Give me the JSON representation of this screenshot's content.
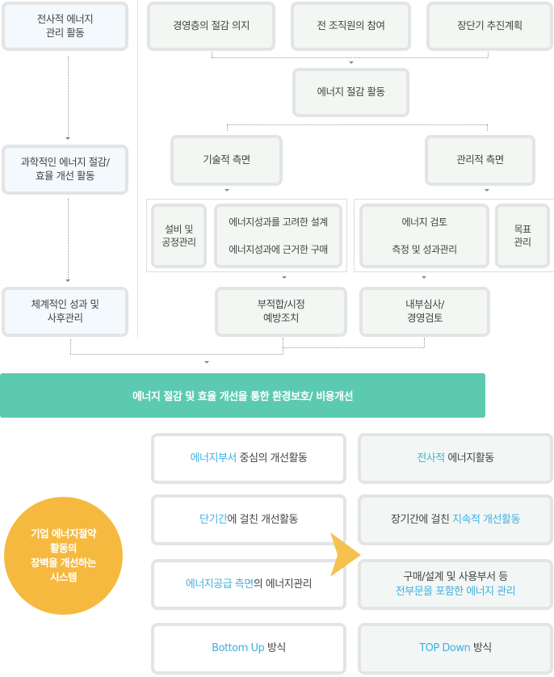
{
  "left": [
    "전사적 에너지\n관리 활동",
    "과학적인 에너지 절감/\n효율 개선 활동",
    "체계적인 성과 및\n사후관리"
  ],
  "top": [
    "경영층의 절감 의지",
    "전 조직원의 참여",
    "장단기 추진계획"
  ],
  "center": "에너지 절감 활동",
  "aspects": [
    "기술적 측면",
    "관리적 측면"
  ],
  "tech": {
    "a": "설비 및\n공정관리",
    "b1": "에너지성과를 고려한 설계",
    "b2": "에너지성과에 근거한 구매"
  },
  "mgmt": {
    "a1": "에너지 검토",
    "a2": "측정 및 성과관리",
    "b": "목표\n관리"
  },
  "results": [
    "부적합/시정\n예방조치",
    "내부심사/\n경영검토"
  ],
  "banner": "에너지 절감 및 효율 개선을 통한 환경보호/ 비용개선",
  "circle": "기업 에너지절약\n활동의\n장벽을 개선하는\n시스템",
  "before": [
    {
      "hl": "에너지부서",
      "rest": " 중심의 개선활동"
    },
    {
      "hl": "단기간",
      "rest": "에 걸친 개선활동"
    },
    {
      "hl": "에너지공급 측면",
      "rest": "의 에너지관리"
    },
    {
      "hl": "Bottom Up",
      "rest": " 방식"
    }
  ],
  "after": [
    {
      "pre": "",
      "hl": "전사적",
      "rest": " 에너지활동"
    },
    {
      "pre": "장기간에 걸친 ",
      "hl": "지속적 개선활동",
      "rest": ""
    },
    {
      "pre": "구매/설계 및 사용부서 등",
      "hl": "전부문을 포함한 에너지 관리",
      "rest": ""
    },
    {
      "pre": "",
      "hl": "TOP Down",
      "rest": " 방식"
    }
  ],
  "colors": {
    "teal": "#5ccab0",
    "orange": "#f6b93f",
    "blue": "#3fb0e3"
  }
}
